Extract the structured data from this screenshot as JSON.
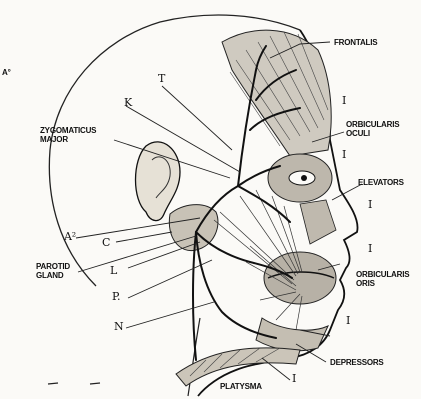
{
  "labels": {
    "frontalis": "FRONTALIS",
    "zygomaticus": [
      "ZYGOMATICUS",
      "MAJOR"
    ],
    "orbicularis_oculi": [
      "ORBICULARIS",
      "OCULI"
    ],
    "elevators": "ELEVATORS",
    "parotid": [
      "PAROTID",
      "GLAND"
    ],
    "orbicularis_oris": [
      "ORBICULARIS",
      "ORIS"
    ],
    "depressors": "DEPRESSORS",
    "platysma": "PLATYSMA",
    "a_mark": "A°",
    "branch_t": "T",
    "branch_k": "K",
    "branch_a2": "A²",
    "branch_c": "C",
    "branch_l": "L",
    "branch_p": "P.",
    "branch_n": "N",
    "roman_1a": "I",
    "roman_1b": "I",
    "roman_1c": "I",
    "roman_1d": "I",
    "roman_1e": "I",
    "roman_1f": "I"
  },
  "colors": {
    "ink": "#1a1a1a",
    "paper": "#fbfaf7"
  }
}
